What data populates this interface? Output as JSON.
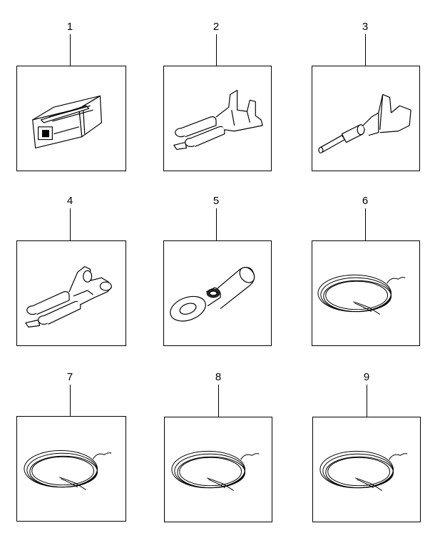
{
  "parts": [
    {
      "label": "1",
      "icon": "connector-housing-icon"
    },
    {
      "label": "2",
      "icon": "female-spade-terminal-icon"
    },
    {
      "label": "3",
      "icon": "pin-terminal-icon"
    },
    {
      "label": "4",
      "icon": "double-female-terminal-icon"
    },
    {
      "label": "5",
      "icon": "ring-terminal-icon"
    },
    {
      "label": "6",
      "icon": "wire-coil-icon"
    },
    {
      "label": "7",
      "icon": "wire-coil-icon"
    },
    {
      "label": "8",
      "icon": "wire-coil-icon"
    },
    {
      "label": "9",
      "icon": "wire-coil-icon"
    }
  ],
  "line_color": "#000000",
  "background_color": "#ffffff"
}
